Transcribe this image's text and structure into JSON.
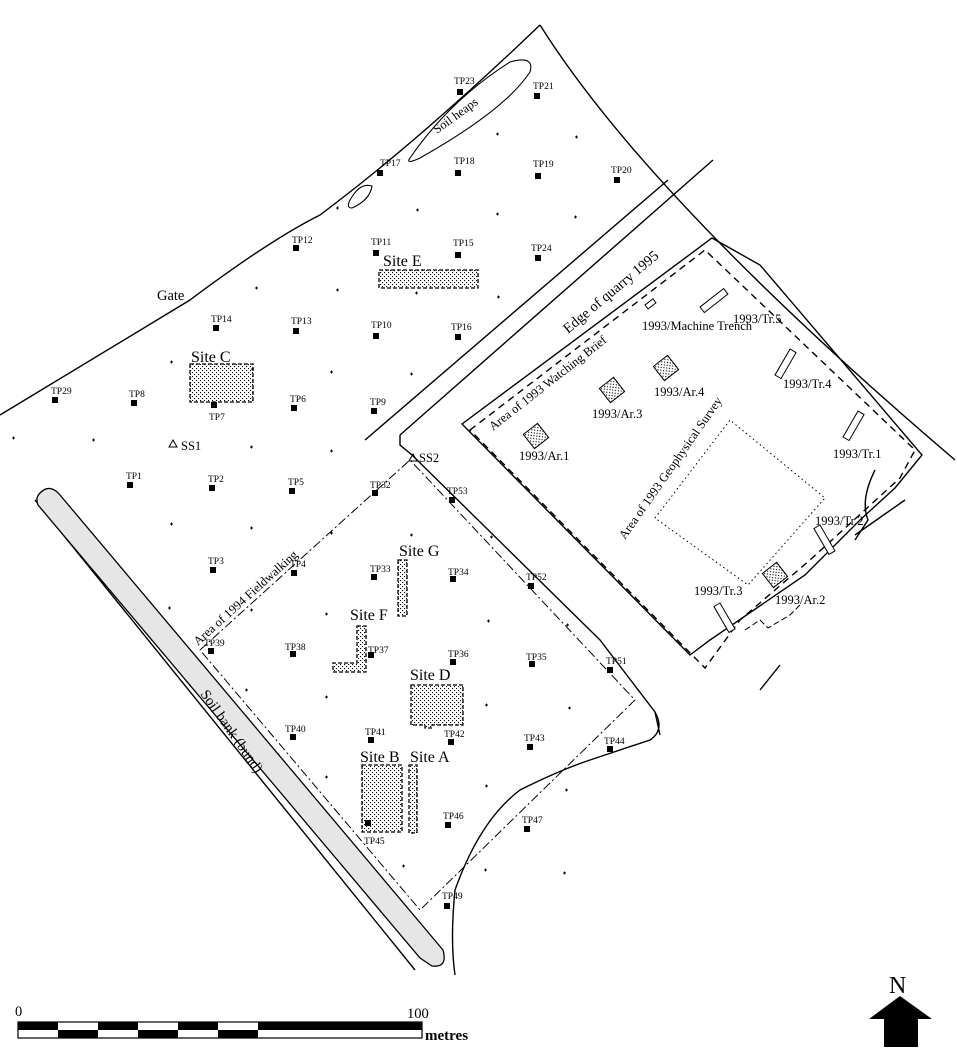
{
  "labels": {
    "soil_heaps": "Soil heaps",
    "gate": "Gate",
    "edge_quarry": "Edge of quarry 1995",
    "watching_brief": "Area of 1993 Watching Brief",
    "geophys": "Area of 1993 Geophysical Survey",
    "fieldwalking": "Area of 1994 Fieldwalking",
    "soil_bank": "Soil bank (bund)",
    "ss1": "SS1",
    "ss2": "SS2"
  },
  "sites": {
    "a": "Site A",
    "b": "Site B",
    "c": "Site C",
    "d": "Site D",
    "e": "Site E",
    "f": "Site F",
    "g": "Site G"
  },
  "features_1993": {
    "tr1": "1993/Tr.1",
    "tr2": "1993/Tr.2",
    "tr3": "1993/Tr.3",
    "tr4": "1993/Tr.4",
    "tr5": "1993/Tr.5",
    "machine_trench": "1993/Machine Trench",
    "ar1": "1993/Ar.1",
    "ar2": "1993/Ar.2",
    "ar3": "1993/Ar.3",
    "ar4": "1993/Ar.4"
  },
  "test_pits": [
    {
      "id": "TP1",
      "label": "TP1"
    },
    {
      "id": "TP2",
      "label": "TP2"
    },
    {
      "id": "TP3",
      "label": "TP3"
    },
    {
      "id": "TP4",
      "label": "TP4"
    },
    {
      "id": "TP5",
      "label": "TP5"
    },
    {
      "id": "TP6",
      "label": "TP6"
    },
    {
      "id": "TP7",
      "label": "TP7"
    },
    {
      "id": "TP8",
      "label": "TP8"
    },
    {
      "id": "TP9",
      "label": "TP9"
    },
    {
      "id": "TP10",
      "label": "TP10"
    },
    {
      "id": "TP11",
      "label": "TP11"
    },
    {
      "id": "TP12",
      "label": "TP12"
    },
    {
      "id": "TP13",
      "label": "TP13"
    },
    {
      "id": "TP14",
      "label": "TP14"
    },
    {
      "id": "TP15",
      "label": "TP15"
    },
    {
      "id": "TP16",
      "label": "TP16"
    },
    {
      "id": "TP17",
      "label": "TP17"
    },
    {
      "id": "TP18",
      "label": "TP18"
    },
    {
      "id": "TP19",
      "label": "TP19"
    },
    {
      "id": "TP20",
      "label": "TP20"
    },
    {
      "id": "TP21",
      "label": "TP21"
    },
    {
      "id": "TP23",
      "label": "TP23"
    },
    {
      "id": "TP24",
      "label": "TP24"
    },
    {
      "id": "TP29",
      "label": "TP29"
    },
    {
      "id": "TP32",
      "label": "TP32"
    },
    {
      "id": "TP33",
      "label": "TP33"
    },
    {
      "id": "TP34",
      "label": "TP34"
    },
    {
      "id": "TP35",
      "label": "TP35"
    },
    {
      "id": "TP36",
      "label": "TP36"
    },
    {
      "id": "TP37",
      "label": "TP37"
    },
    {
      "id": "TP38",
      "label": "TP38"
    },
    {
      "id": "TP39",
      "label": "TP39"
    },
    {
      "id": "TP40",
      "label": "TP40"
    },
    {
      "id": "TP41",
      "label": "TP41"
    },
    {
      "id": "TP42",
      "label": "TP42"
    },
    {
      "id": "TP43",
      "label": "TP43"
    },
    {
      "id": "TP44",
      "label": "TP44"
    },
    {
      "id": "TP45",
      "label": "TP45"
    },
    {
      "id": "TP46",
      "label": "TP46"
    },
    {
      "id": "TP47",
      "label": "TP47"
    },
    {
      "id": "TP49",
      "label": "TP49"
    },
    {
      "id": "TP51",
      "label": "TP51"
    },
    {
      "id": "TP52",
      "label": "TP52"
    },
    {
      "id": "TP53",
      "label": "TP53"
    }
  ],
  "scale": {
    "start": "0",
    "end": "100",
    "unit": "metres"
  },
  "north": {
    "label": "N"
  }
}
